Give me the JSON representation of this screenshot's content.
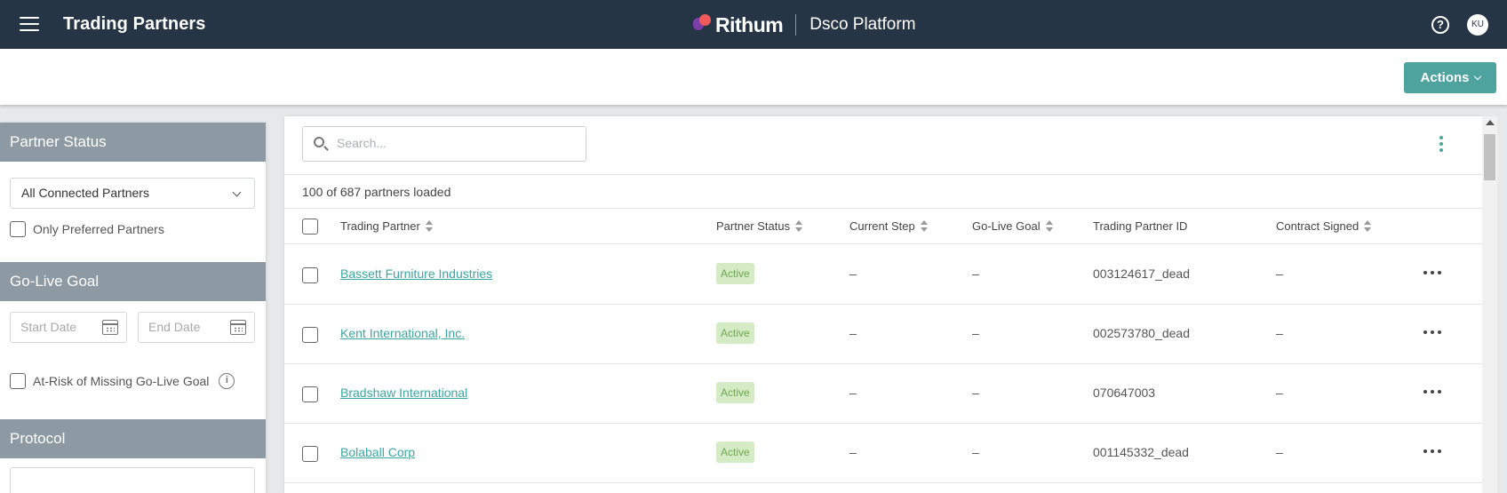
{
  "header": {
    "title": "Trading Partners",
    "brand_name": "Rithum",
    "platform": "Dsco Platform",
    "help_glyph": "?",
    "avatar_initials": "KU"
  },
  "toolbar": {
    "actions_label": "Actions"
  },
  "filters": {
    "partner_status": {
      "heading": "Partner Status",
      "selected": "All Connected Partners",
      "preferred_label": "Only Preferred Partners"
    },
    "go_live": {
      "heading": "Go-Live Goal",
      "start_placeholder": "Start Date",
      "end_placeholder": "End Date",
      "at_risk_label": "At-Risk of Missing Go-Live Goal",
      "info_glyph": "i"
    },
    "protocol": {
      "heading": "Protocol"
    }
  },
  "table": {
    "search_placeholder": "Search...",
    "loaded_text": "100 of 687 partners loaded",
    "columns": [
      "Trading Partner",
      "Partner Status",
      "Current Step",
      "Go-Live Goal",
      "Trading Partner ID",
      "Contract Signed"
    ],
    "rows": [
      {
        "name": "Bassett Furniture Industries",
        "status": "Active",
        "step": "–",
        "goal": "–",
        "id": "003124617_dead",
        "contract": "–"
      },
      {
        "name": "Kent International, Inc.",
        "status": "Active",
        "step": "–",
        "goal": "–",
        "id": "002573780_dead",
        "contract": "–"
      },
      {
        "name": "Bradshaw International",
        "status": "Active",
        "step": "–",
        "goal": "–",
        "id": "070647003",
        "contract": "–"
      },
      {
        "name": "Bolaball Corp",
        "status": "Active",
        "step": "–",
        "goal": "–",
        "id": "001145332_dead",
        "contract": "–"
      }
    ]
  },
  "colors": {
    "header_bg": "#263545",
    "accent": "#4ea39f",
    "section_bg": "#8d9aa3",
    "badge_bg": "#d4ebc6",
    "badge_text": "#6ea84f"
  }
}
